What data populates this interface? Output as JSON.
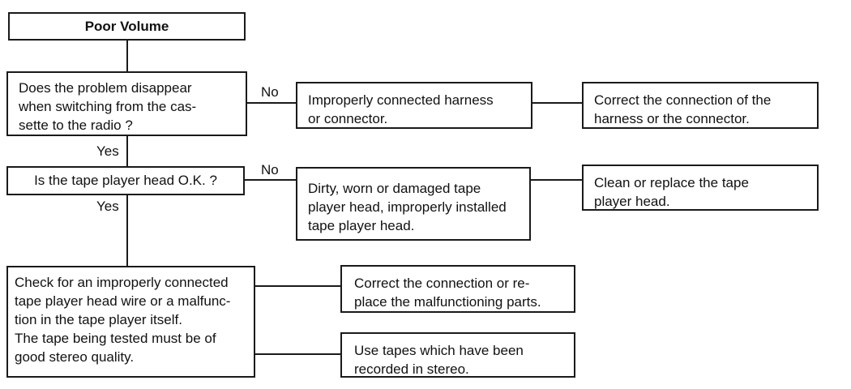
{
  "diagram": {
    "title": "Poor Volume",
    "nodes": {
      "poor_volume": "Poor Volume",
      "question_cassette_radio": "Does the problem disappear\nwhen switching from the cas-\nsette to the radio ?",
      "cause_harness": "Improperly connected harness\nor connector.",
      "fix_harness": "Correct the connection of the\nharness or the connector.",
      "question_tape_head": "Is the tape player head O.K. ?",
      "cause_dirty_head": "Dirty, worn or damaged tape\nplayer head, improperly installed\ntape player head.",
      "fix_clean_head": "Clean or replace the tape\nplayer head.",
      "check_head_wire": "Check for an improperly connected\ntape player head wire or a malfunc-\ntion in the tape player itself.\nThe tape being tested must be of\ngood stereo quality.",
      "fix_parts": "Correct the connection or re-\nplace the malfunctioning parts.",
      "use_stereo_tapes": "Use tapes which have been\nrecorded in stereo."
    },
    "edge_labels": {
      "no_1": "No",
      "yes_1": "Yes",
      "no_2": "No",
      "yes_2": "Yes"
    },
    "colors": {
      "line": "#1a1a1a",
      "background": "#ffffff",
      "text": "#111111"
    }
  }
}
